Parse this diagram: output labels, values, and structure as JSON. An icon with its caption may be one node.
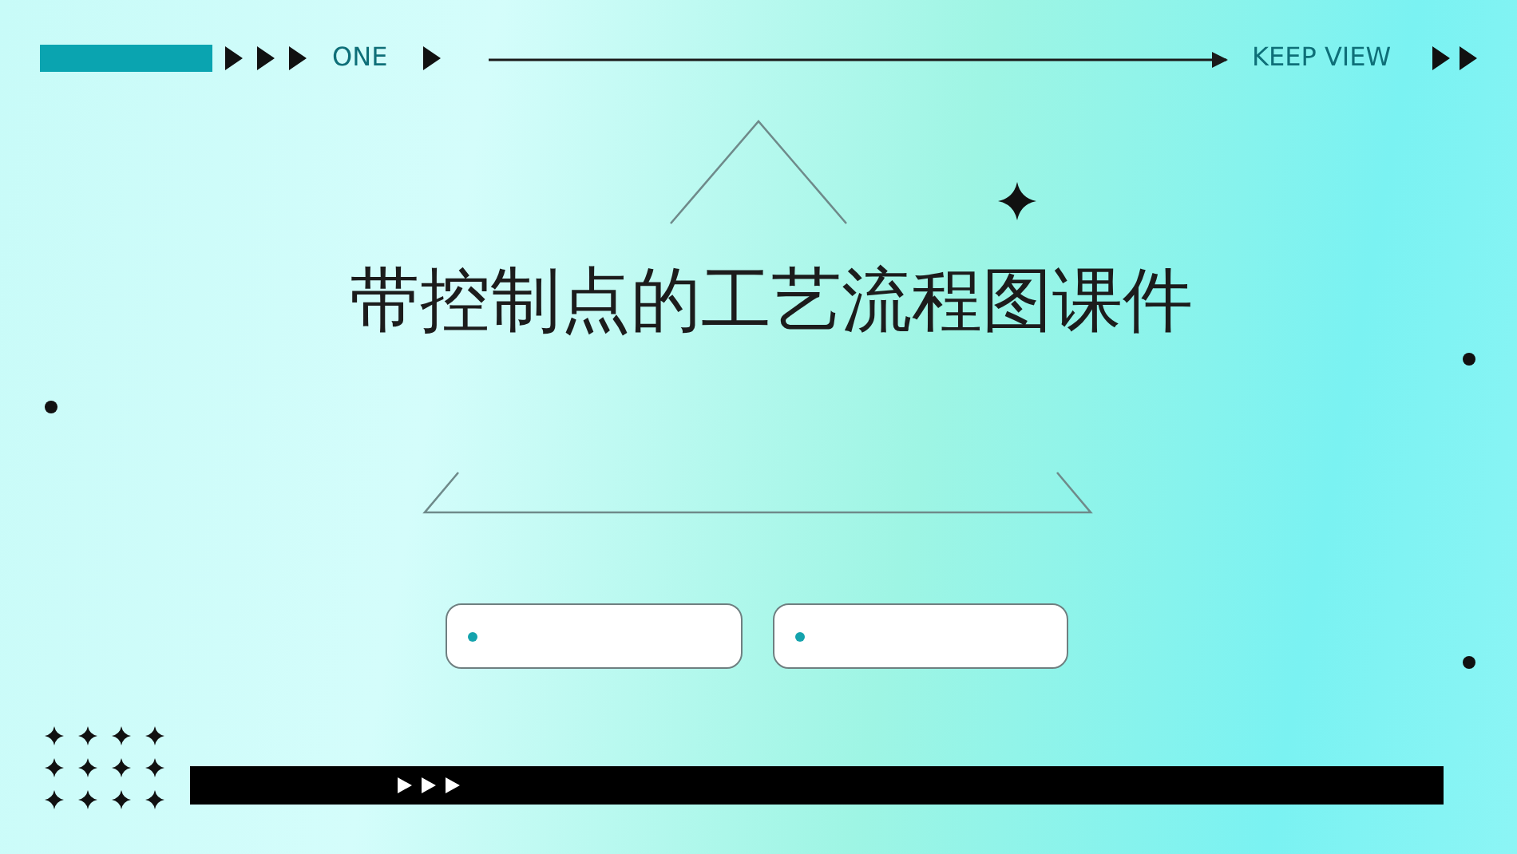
{
  "diagram": {
    "title": "带控制点的工艺流程图课件",
    "nodes": [
      {
        "text": [
          "ONE"
        ]
      },
      {
        "text": [
          "KEEP VIEW"
        ]
      },
      {
        "text": [],
        "shape": "box"
      },
      {
        "text": [],
        "shape": "box"
      }
    ],
    "edges": [
      {
        "from": 0,
        "to": 1,
        "arrow": "to"
      }
    ]
  }
}
